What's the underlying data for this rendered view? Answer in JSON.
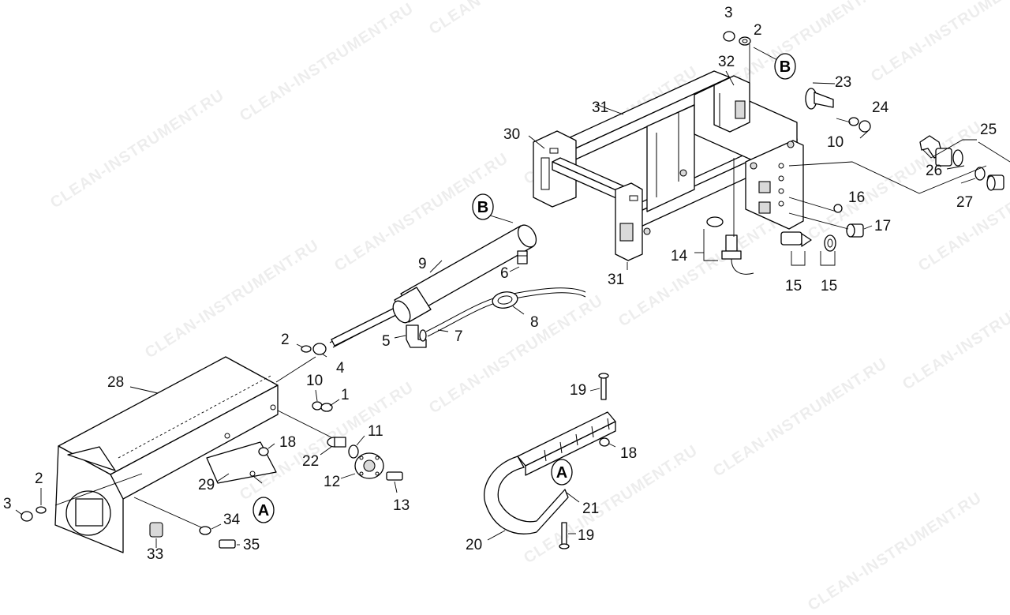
{
  "watermark": "CLEAN-INSTRUMENT.RU",
  "callouts": {
    "a": "A",
    "b": "B"
  },
  "labels": {
    "l3a": "3",
    "l2a": "2",
    "l32": "32",
    "l23": "23",
    "l24": "24",
    "l10a": "10",
    "l25": "25",
    "l31a": "31",
    "l30": "30",
    "l26": "26",
    "l27": "27",
    "l16": "16",
    "l17": "17",
    "l14": "14",
    "l15a": "15",
    "l15b": "15",
    "l31b": "31",
    "l9": "9",
    "l6": "6",
    "l8": "8",
    "l7": "7",
    "l5": "5",
    "l2b": "2",
    "l4": "4",
    "l10b": "10",
    "l1": "1",
    "l28": "28",
    "l11": "11",
    "l18a": "18",
    "l22": "22",
    "l12": "12",
    "l13": "13",
    "l29": "29",
    "l2c": "2",
    "l3b": "3",
    "l34": "34",
    "l35": "35",
    "l33": "33",
    "l19a": "19",
    "l18b": "18",
    "l21": "21",
    "l20": "20",
    "l19b": "19"
  }
}
